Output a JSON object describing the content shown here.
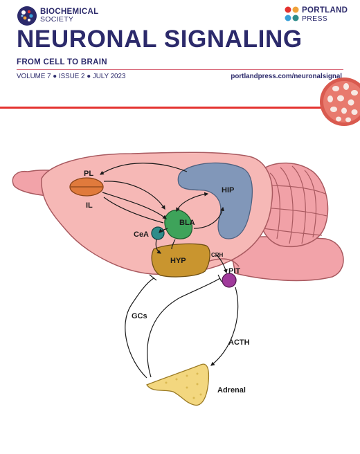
{
  "header": {
    "society_line1": "BIOCHEMICAL",
    "society_line2": "SOCIETY",
    "publisher_line1": "PORTLAND",
    "publisher_line2": "PRESS",
    "title": "NEURONAL SIGNALING",
    "subtitle": "FROM CELL TO BRAIN",
    "issue": "VOLUME 7 ● ISSUE 2 ● JULY 2023",
    "url": "portlandpress.com/neuronalsignal"
  },
  "figure": {
    "labels": {
      "pl": "PL",
      "il": "IL",
      "hip": "HIP",
      "bla": "BLA",
      "cea": "CeA",
      "hyp": "HYP",
      "crh": "CRH",
      "pit": "PIT",
      "gcs": "GCs",
      "acth": "ACTH",
      "adrenal": "Adrenal"
    }
  },
  "colors": {
    "navy": "#2c2a6b",
    "accent_red": "#e4322f",
    "brain_pink": "#f6b8b6",
    "pl_il": "#e07a3c",
    "hip": "#8197b9",
    "bla": "#3ea35a",
    "cea": "#2e8c8a",
    "hyp": "#c9952f",
    "pit": "#a03a9b",
    "adrenal": "#f3d77f"
  }
}
